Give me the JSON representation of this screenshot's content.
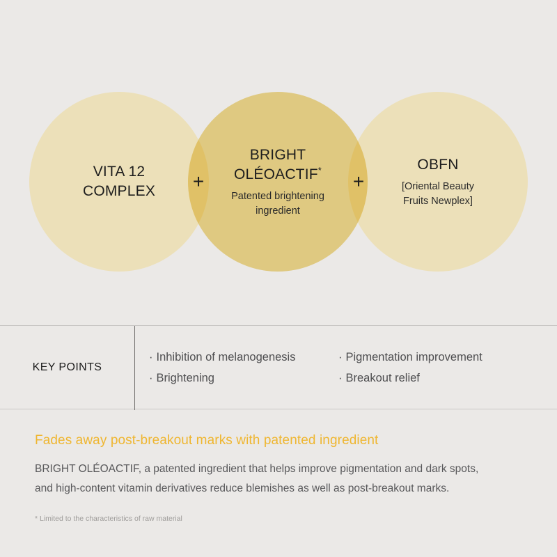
{
  "background_color": "#ebe9e7",
  "venn": {
    "circles": [
      {
        "id": "vita-12-complex",
        "title": "VITA 12\nCOMPLEX",
        "subtitle": "",
        "fill_color": "#ece0b9"
      },
      {
        "id": "bright-oleoactif",
        "title": "BRIGHT\nOLÉOACTIF",
        "title_superscript": "*",
        "subtitle": "Patented brightening\ningredient",
        "fill_color": "#f2dc8e"
      },
      {
        "id": "obfn",
        "title": "OBFN",
        "subtitle": "[Oriental Beauty\nFruits Newplex]",
        "fill_color": "#ece0b9"
      }
    ],
    "operator_1": "+",
    "operator_2": "+",
    "overlap_color": "#f2d98a"
  },
  "key_points": {
    "label": "KEY POINTS",
    "columns": [
      {
        "items": [
          {
            "bullet": "·",
            "text": "Inhibition of melanogenesis"
          },
          {
            "bullet": "·",
            "text": "Brightening"
          }
        ]
      },
      {
        "items": [
          {
            "bullet": "·",
            "text": "Pigmentation improvement"
          },
          {
            "bullet": "·",
            "text": "Breakout relief"
          }
        ]
      }
    ],
    "divider_color": "#6e6c6a",
    "border_color": "#c9c7c5"
  },
  "copy": {
    "headline": "Fades away post-breakout marks with patented ingredient",
    "headline_color": "#efb630",
    "body": "BRIGHT OLÉOACTIF, a patented ingredient that helps improve pigmentation and dark spots,\nand high-content vitamin derivatives reduce blemishes as well as post-breakout marks.",
    "body_color": "#58585a",
    "footnote": "* Limited to the characteristics of raw material"
  }
}
